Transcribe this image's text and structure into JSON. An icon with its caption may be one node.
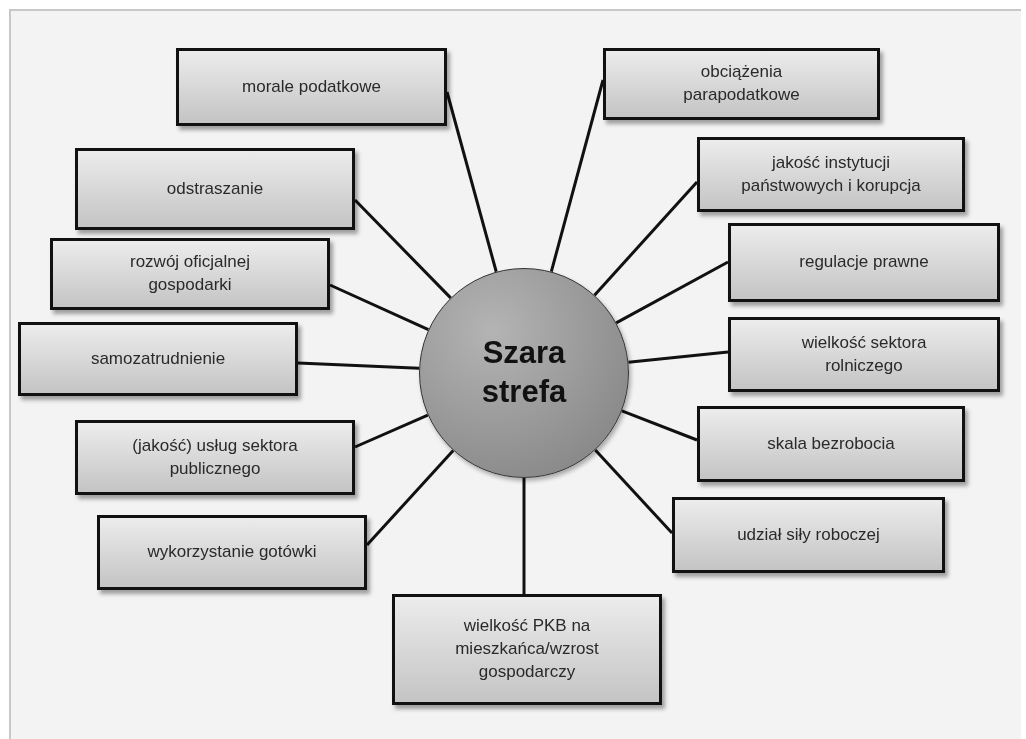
{
  "diagram": {
    "nodes": [
      {
        "text": [
          "Szara strefa"
        ]
      },
      {
        "text": [
          "morale podatkowe"
        ]
      },
      {
        "text": [
          "obciążenia parapodatkowe"
        ]
      },
      {
        "text": [
          "odstraszanie"
        ]
      },
      {
        "text": [
          "jakość instytucji państwowych i korupcja"
        ]
      },
      {
        "text": [
          "rozwój oficjalnej gospodarki"
        ]
      },
      {
        "text": [
          "regulacje prawne"
        ]
      },
      {
        "text": [
          "samozatrudnienie"
        ]
      },
      {
        "text": [
          "wielkość sektora rolniczego"
        ]
      },
      {
        "text": [
          "(jakość) usług sektora publicznego"
        ]
      },
      {
        "text": [
          "skala bezrobocia"
        ]
      },
      {
        "text": [
          "wykorzystanie gotówki"
        ]
      },
      {
        "text": [
          "udział siły roboczej"
        ]
      },
      {
        "text": [
          "wielkość PKB na mieszkańca/wzrost gospodarczy"
        ]
      }
    ],
    "edges": [
      {
        "from": 0,
        "to": 1,
        "arrow": "none"
      },
      {
        "from": 0,
        "to": 2,
        "arrow": "none"
      },
      {
        "from": 0,
        "to": 3,
        "arrow": "none"
      },
      {
        "from": 0,
        "to": 4,
        "arrow": "none"
      },
      {
        "from": 0,
        "to": 5,
        "arrow": "none"
      },
      {
        "from": 0,
        "to": 6,
        "arrow": "none"
      },
      {
        "from": 0,
        "to": 7,
        "arrow": "none"
      },
      {
        "from": 0,
        "to": 8,
        "arrow": "none"
      },
      {
        "from": 0,
        "to": 9,
        "arrow": "none"
      },
      {
        "from": 0,
        "to": 10,
        "arrow": "none"
      },
      {
        "from": 0,
        "to": 11,
        "arrow": "none"
      },
      {
        "from": 0,
        "to": 12,
        "arrow": "none"
      },
      {
        "from": 0,
        "to": 13,
        "arrow": "none"
      }
    ]
  }
}
